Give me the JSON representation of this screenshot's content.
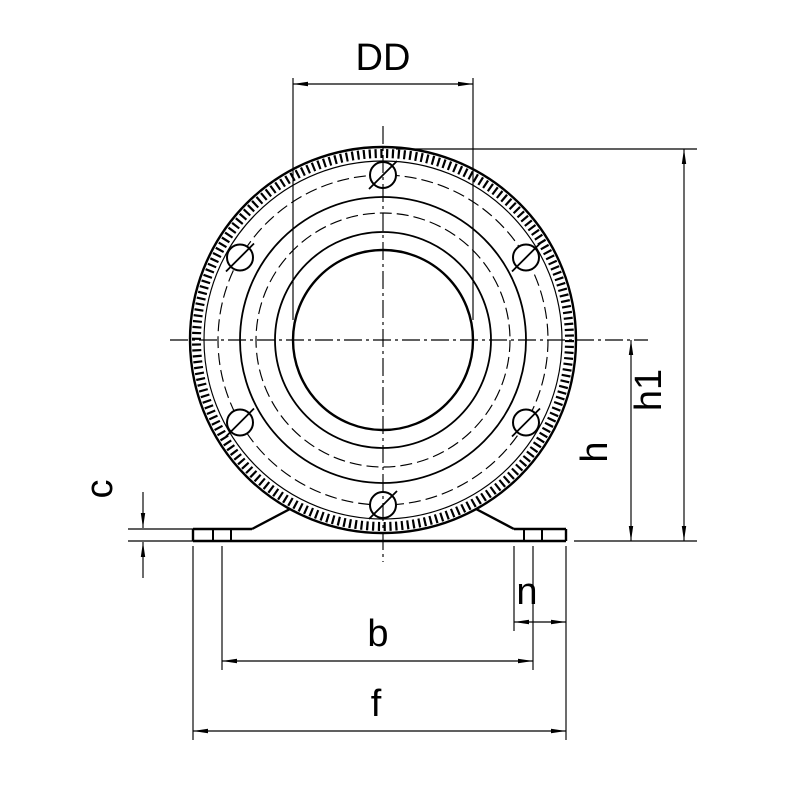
{
  "figure": {
    "type": "technical-dimension-drawing",
    "background": "#ffffff",
    "line_color": "#000000",
    "bolt_hole_count": 6
  },
  "labels": {
    "dd": "DD",
    "h1": "h1",
    "h": "h",
    "c": "c",
    "n": "n",
    "b": "b",
    "f": "f"
  }
}
